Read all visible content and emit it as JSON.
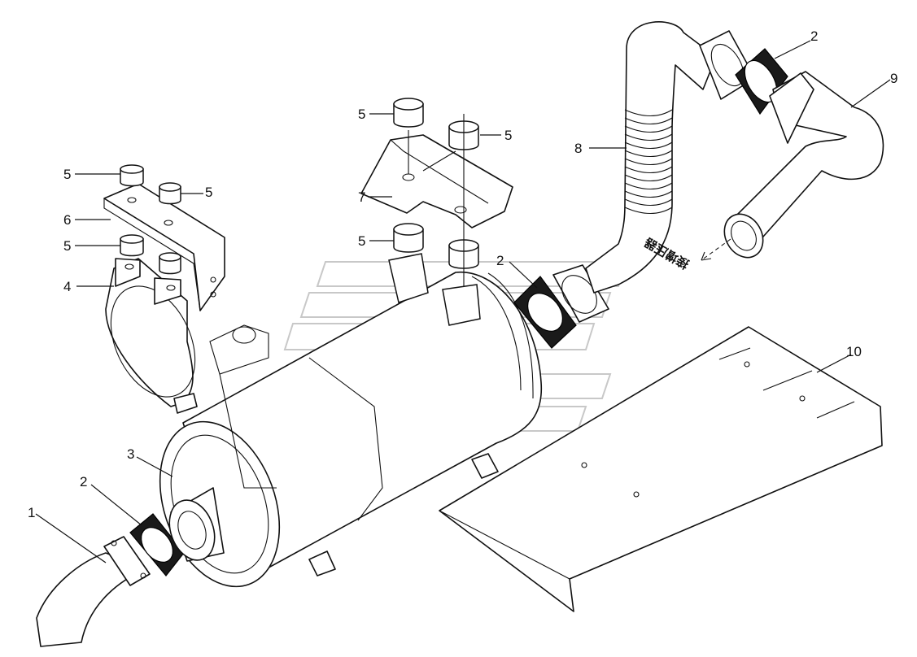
{
  "callouts": {
    "c1": "1",
    "c2_left": "2",
    "c2_mid": "2",
    "c2_top": "2",
    "c3": "3",
    "c4": "4",
    "c5_a": "5",
    "c5_b": "5",
    "c5_c": "5",
    "c5_d": "5",
    "c5_e": "5",
    "c5_f": "5",
    "c6": "6",
    "c7": "7",
    "c8": "8",
    "c9": "9",
    "c10": "10"
  },
  "annotation": {
    "to_turbo": "接增压器"
  },
  "colors": {
    "line": "#111111",
    "gasket": "#1a1a1a",
    "watermark": "#c8c8c8"
  }
}
